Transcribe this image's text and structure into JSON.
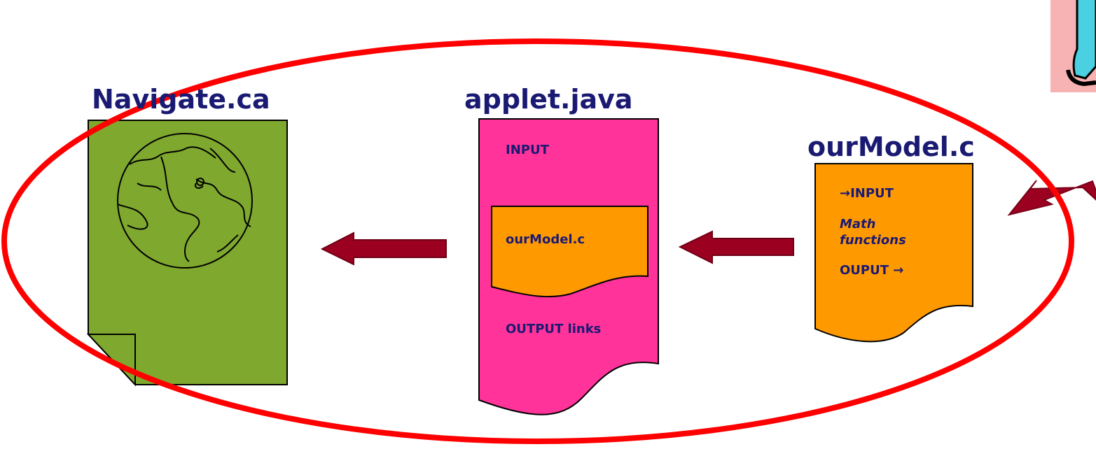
{
  "colors": {
    "text": "#1a1a73",
    "ellipse": "#ff0000",
    "arrow": "#9b0020",
    "green_doc": "#7fa82f",
    "pink_doc": "#ff3399",
    "orange_doc": "#ff9900",
    "picture_bg": "#f7b3b3"
  },
  "nodes": {
    "navigate": {
      "title": "Navigate.ca",
      "icon": "globe-icon"
    },
    "applet": {
      "title": "applet.java",
      "input_label": "INPUT",
      "inner_doc_label": "ourModel.c",
      "output_label": "OUTPUT links"
    },
    "ourmodel": {
      "title": "ourModel.c",
      "input_label": "→INPUT",
      "math_line1": "Math",
      "math_line2": "functions",
      "output_label": "OUPUT →"
    }
  },
  "icons": {
    "left_arrow": "left-arrow-icon",
    "pointer_arrow": "diagonal-arrow-icon",
    "picture": "clipart-figure-icon"
  }
}
